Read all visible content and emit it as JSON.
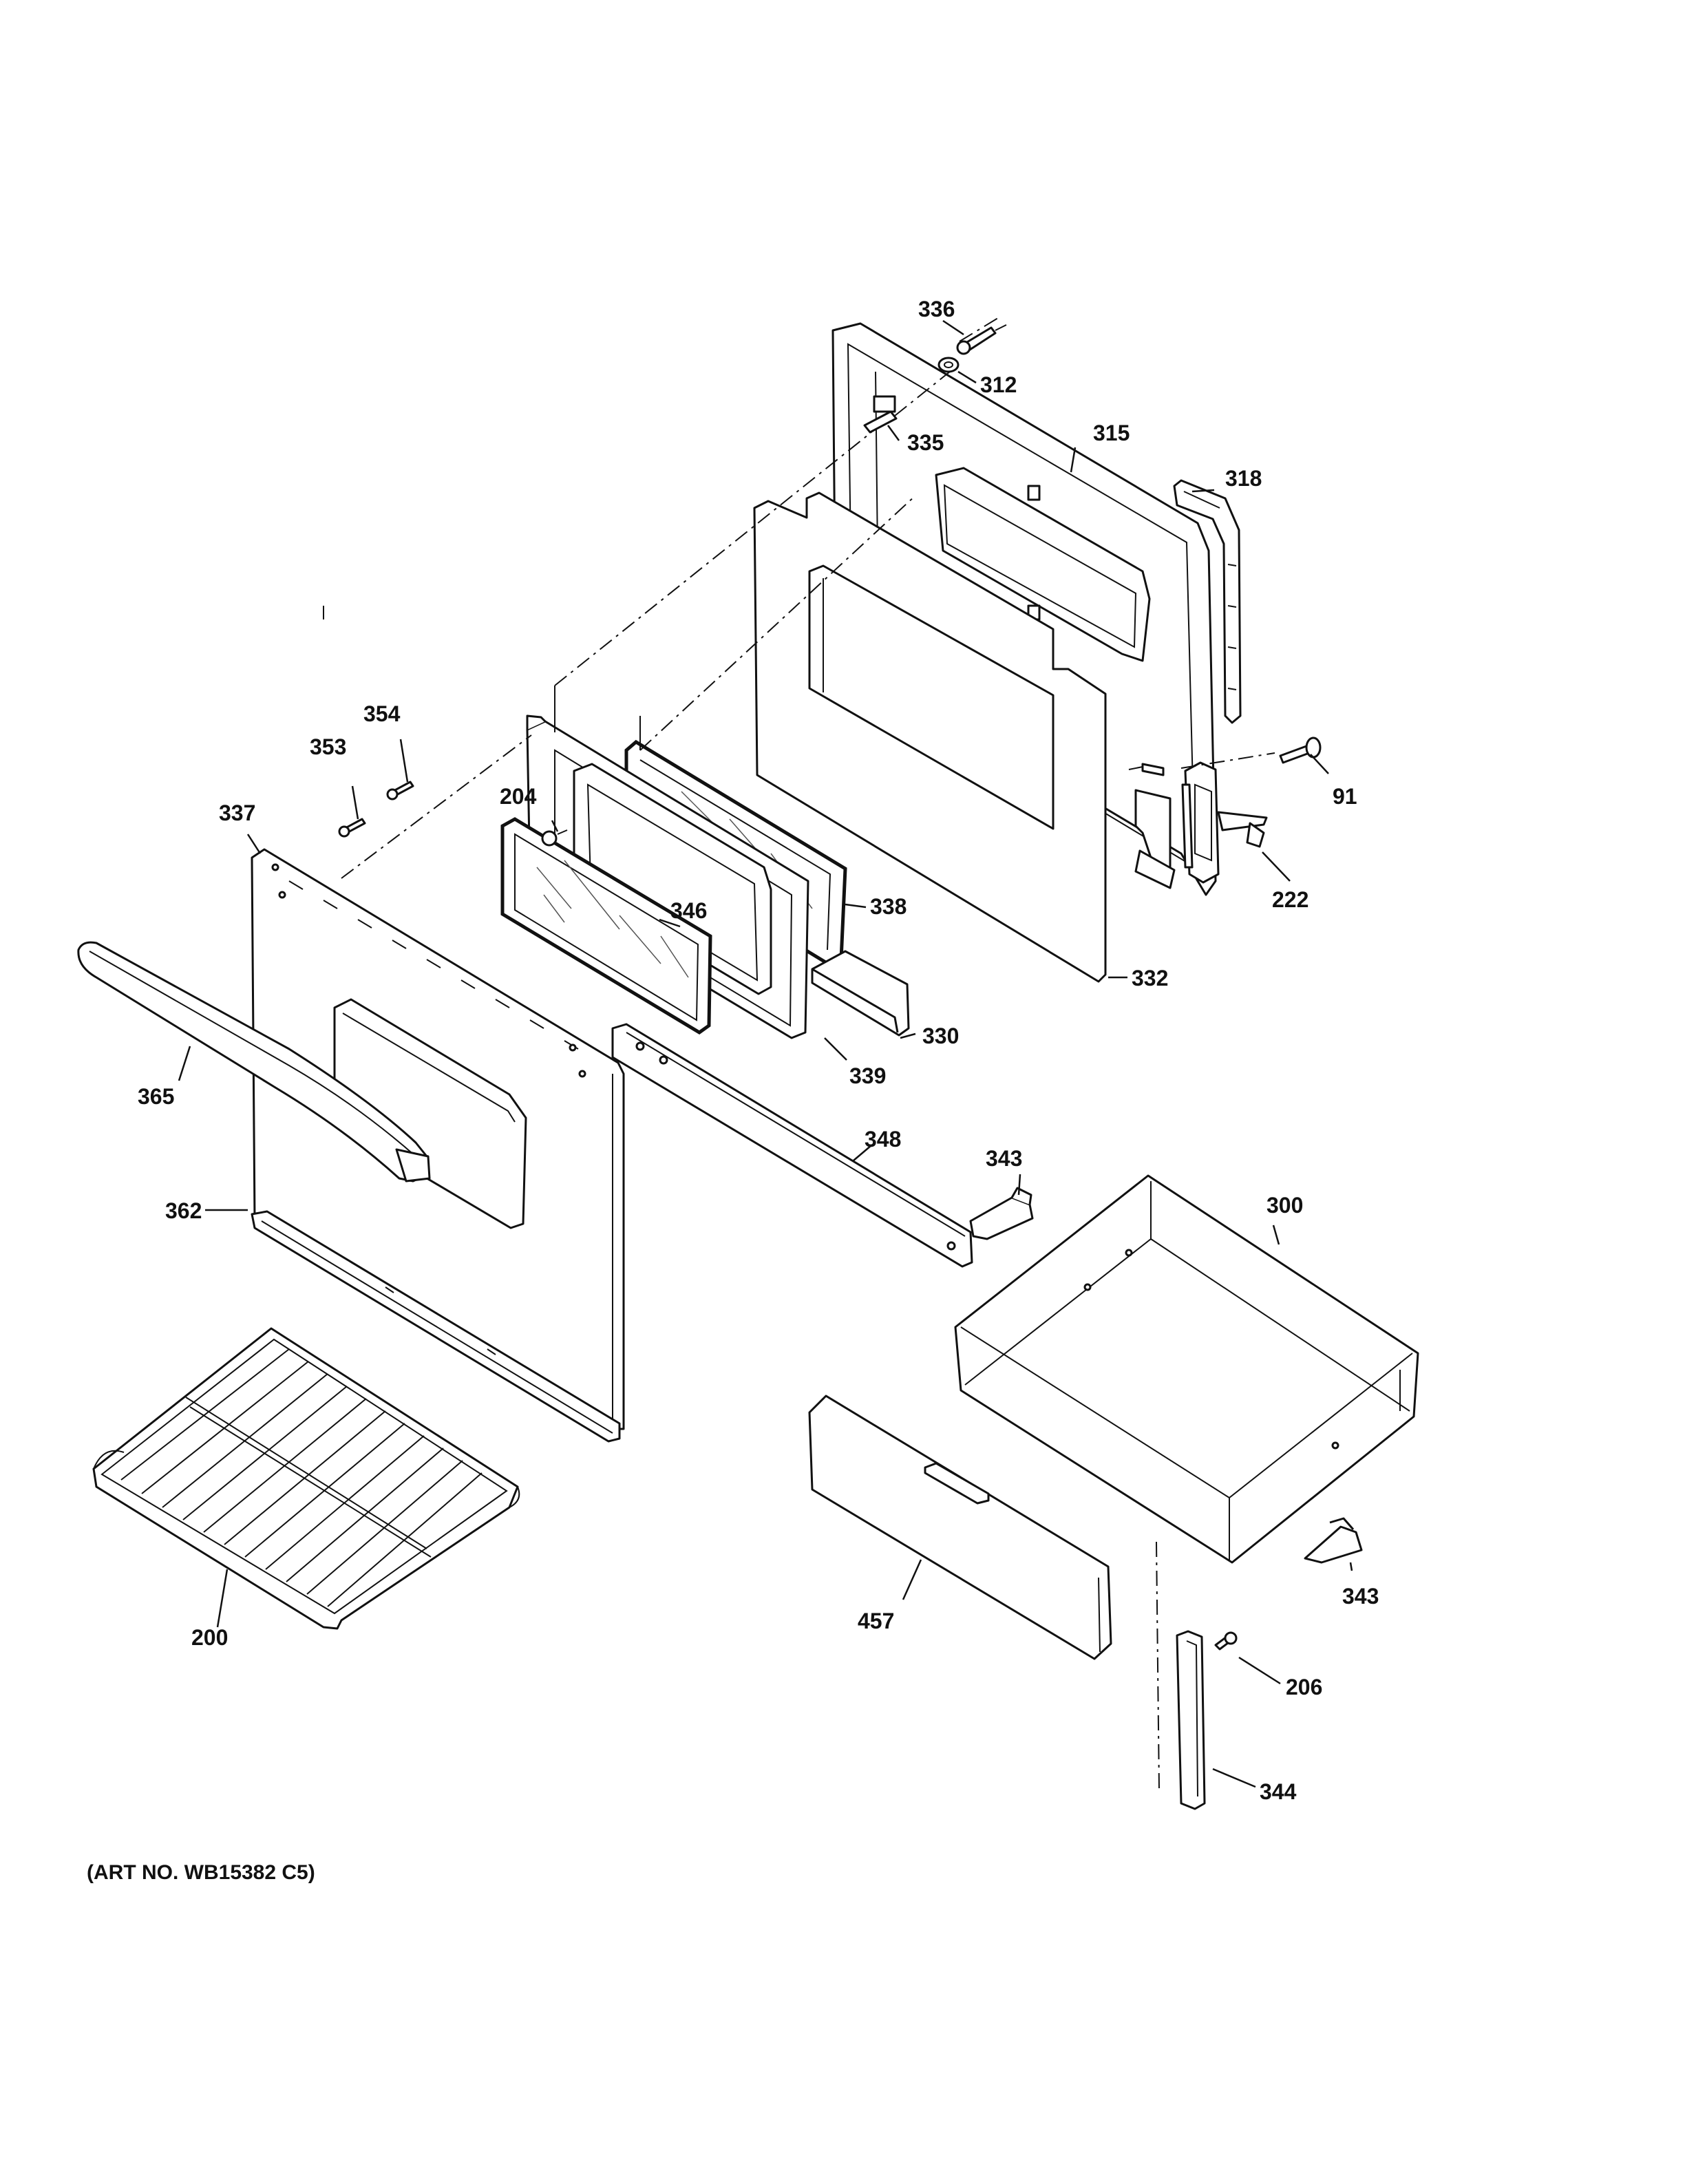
{
  "diagram": {
    "caption": "(ART NO. WB15382 C5)",
    "labels": {
      "p336": "336",
      "p312": "312",
      "p335": "335",
      "p315": "315",
      "p318": "318",
      "p354": "354",
      "p353": "353",
      "p204": "204",
      "p91": "91",
      "p337": "337",
      "p346": "346",
      "p338": "338",
      "p222": "222",
      "p332": "332",
      "p330": "330",
      "p365": "365",
      "p339": "339",
      "p348": "348",
      "p343a": "343",
      "p300": "300",
      "p362": "362",
      "p343b": "343",
      "p457": "457",
      "p200": "200",
      "p206": "206",
      "p344": "344"
    }
  }
}
